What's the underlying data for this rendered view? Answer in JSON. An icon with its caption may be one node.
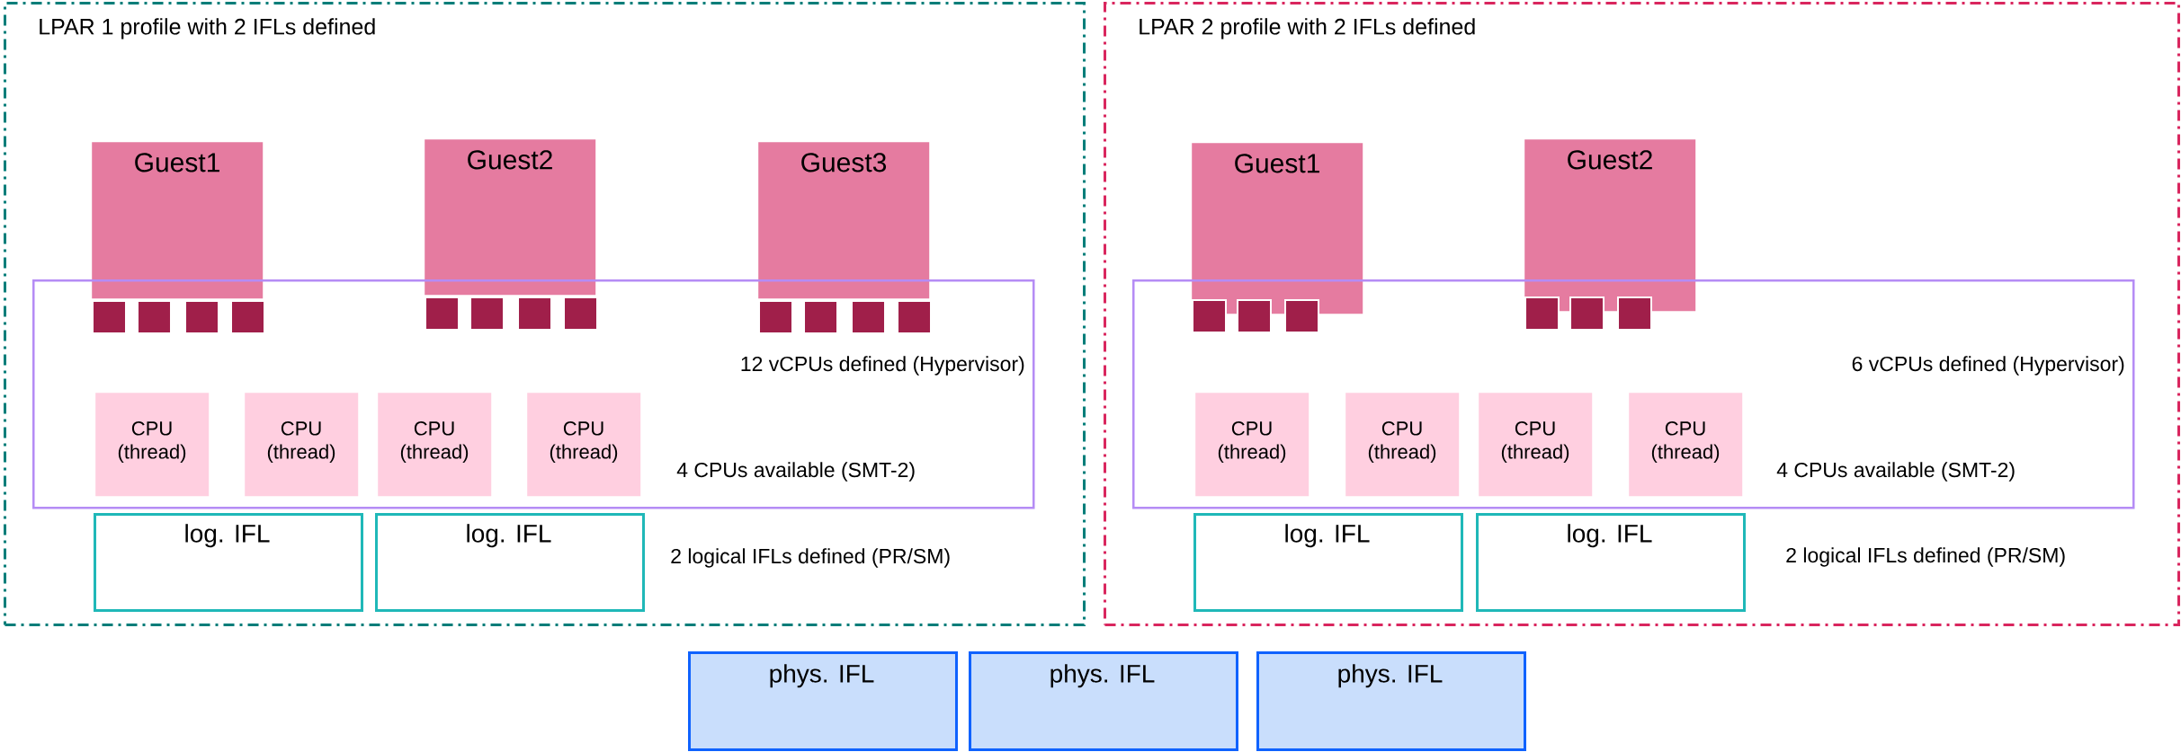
{
  "diagram": {
    "nodes": [
      {
        "text": [
          "LPAR 1 profile with 2 IFLs defined"
        ]
      },
      {
        "text": [
          "Guest1"
        ],
        "in": 0
      },
      {
        "text": [
          "Guest2"
        ],
        "in": 0
      },
      {
        "text": [
          "Guest3"
        ],
        "in": 0
      },
      {
        "text": [],
        "shape": "box",
        "in": 16
      },
      {
        "text": [],
        "shape": "box",
        "in": 16
      },
      {
        "text": [],
        "shape": "box",
        "in": 16
      },
      {
        "text": [],
        "shape": "box",
        "in": 16
      },
      {
        "text": [],
        "shape": "box",
        "in": 16
      },
      {
        "text": [],
        "shape": "box",
        "in": 16
      },
      {
        "text": [],
        "shape": "box",
        "in": 16
      },
      {
        "text": [],
        "shape": "box",
        "in": 16
      },
      {
        "text": [],
        "shape": "box",
        "in": 16
      },
      {
        "text": [],
        "shape": "box",
        "in": 16
      },
      {
        "text": [],
        "shape": "box",
        "in": 16
      },
      {
        "text": [],
        "shape": "box",
        "in": 16
      },
      {
        "text": [
          "12 vCPUs defined (Hypervisor)",
          "4 CPUs available (SMT-2)"
        ],
        "in": 0
      },
      {
        "text": [
          "CPU (thread)"
        ],
        "in": 16
      },
      {
        "text": [
          "CPU (thread)"
        ],
        "in": 16
      },
      {
        "text": [
          "CPU (thread)"
        ],
        "in": 16
      },
      {
        "text": [
          "CPU (thread)"
        ],
        "in": 16
      },
      {
        "text": [
          "log. IFL"
        ],
        "in": 0
      },
      {
        "text": [
          "log. IFL"
        ],
        "in": 0
      },
      {
        "text": [
          "LPAR 2 profile with 2 IFLs defined"
        ]
      },
      {
        "text": [
          "Guest1"
        ],
        "in": 23
      },
      {
        "text": [
          "Guest2"
        ],
        "in": 23
      },
      {
        "text": [],
        "shape": "box",
        "in": 32
      },
      {
        "text": [],
        "shape": "box",
        "in": 32
      },
      {
        "text": [],
        "shape": "box",
        "in": 32
      },
      {
        "text": [],
        "shape": "box",
        "in": 32
      },
      {
        "text": [],
        "shape": "box",
        "in": 32
      },
      {
        "text": [],
        "shape": "box",
        "in": 32
      },
      {
        "text": [
          "6 vCPUs defined (Hypervisor)",
          "4 CPUs available (SMT-2)"
        ],
        "in": 23
      },
      {
        "text": [
          "CPU (thread)"
        ],
        "in": 32
      },
      {
        "text": [
          "CPU (thread)"
        ],
        "in": 32
      },
      {
        "text": [
          "CPU (thread)"
        ],
        "in": 32
      },
      {
        "text": [
          "CPU (thread)"
        ],
        "in": 32
      },
      {
        "text": [
          "log. IFL"
        ],
        "in": 23
      },
      {
        "text": [
          "log. IFL"
        ],
        "in": 23
      },
      {
        "text": [
          "phys. IFL"
        ]
      },
      {
        "text": [
          "phys. IFL"
        ]
      },
      {
        "text": [
          "phys. IFL"
        ]
      }
    ],
    "labels": [
      "2 logical IFLs defined (PR/SM)",
      "2 logical IFLs defined (PR/SM)"
    ]
  }
}
